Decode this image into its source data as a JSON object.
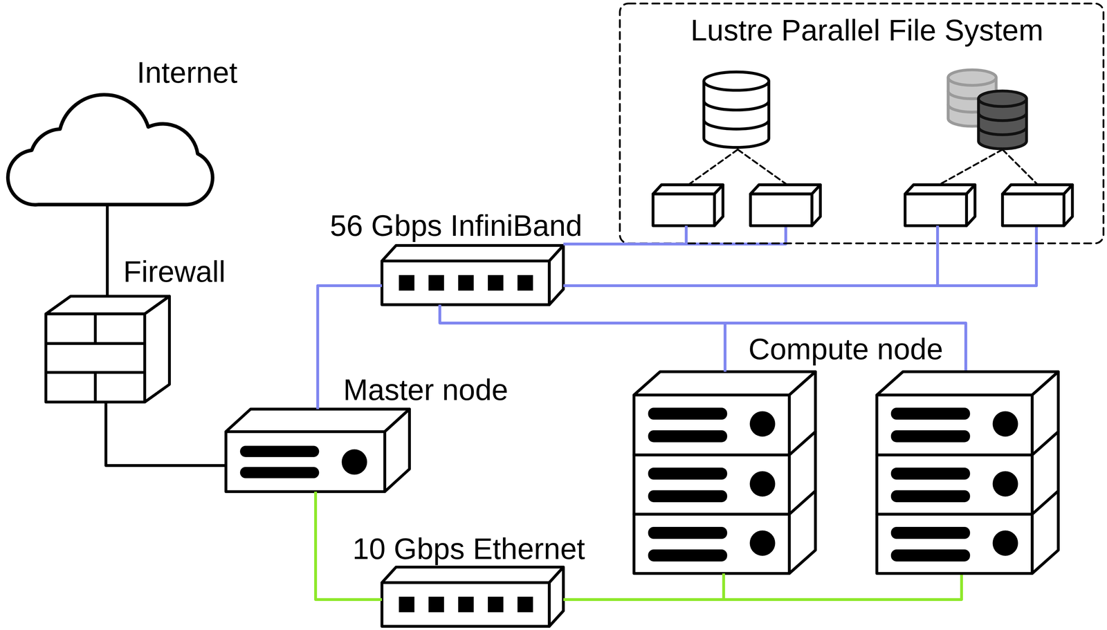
{
  "diagram": {
    "nodes": [
      {
        "text": [
          "Lustre Parallel File System"
        ]
      },
      {
        "text": [
          "Internet"
        ]
      },
      {
        "text": [
          "56 Gbps InfiniBand"
        ]
      },
      {
        "text": [
          "Firewall"
        ]
      },
      {
        "text": [
          "Compute node"
        ]
      },
      {
        "text": [
          "Master node"
        ]
      },
      {
        "text": [
          "10 Gbps Ethernet"
        ]
      }
    ],
    "edges": [
      {
        "from": 1,
        "to": 3,
        "arrow": "none"
      },
      {
        "from": 3,
        "to": 5,
        "arrow": "none"
      },
      {
        "from": 5,
        "to": 2,
        "arrow": "none"
      },
      {
        "from": 5,
        "to": 6,
        "arrow": "none"
      },
      {
        "from": 2,
        "to": 0,
        "arrow": "none"
      },
      {
        "from": 2,
        "to": 0,
        "arrow": "none"
      },
      {
        "from": 2,
        "to": 4,
        "arrow": "none"
      },
      {
        "from": 6,
        "to": 4,
        "arrow": "none"
      }
    ]
  }
}
